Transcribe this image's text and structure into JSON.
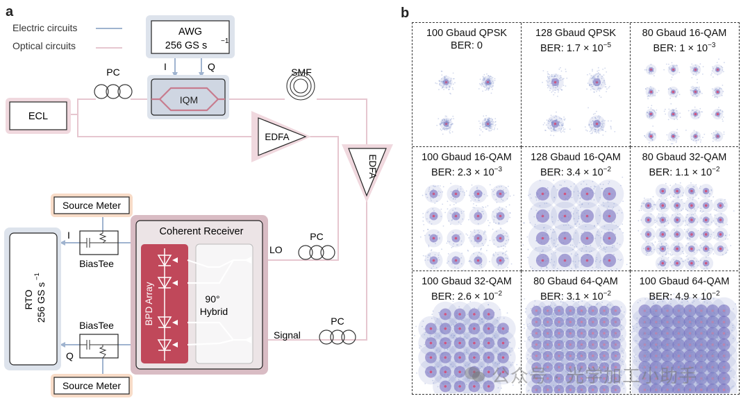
{
  "panel_a": {
    "letter": "a",
    "legend": {
      "electric": "Electric circuits",
      "optical": "Optical circuits"
    },
    "awg": {
      "line1": "AWG",
      "line2": "256 GS s",
      "sup": "−1",
      "i": "I",
      "q": "Q"
    },
    "pc_top": "PC",
    "iqm": "IQM",
    "smf": "SMF",
    "ecl": "ECL",
    "edfa1": "EDFA",
    "edfa2": "EDFA",
    "source_meter_top": "Source Meter",
    "source_meter_bottom": "Source Meter",
    "biastee_top": "BiasTee",
    "biastee_bottom": "BiasTee",
    "i_label": "I",
    "q_label": "Q",
    "rto": {
      "line1": "RTO",
      "line2": "256 GS s",
      "sup": "−1"
    },
    "coherent_receiver": "Coherent Receiver",
    "bpd_array": "BPD Array",
    "hybrid_line1": "90°",
    "hybrid_line2": "Hybrid",
    "lo": "LO",
    "pc_lo": "PC",
    "signal": "Signal",
    "pc_signal": "PC"
  },
  "panel_b": {
    "letter": "b",
    "constellations": [
      {
        "title": "100 Gbaud QPSK",
        "ber": "BER: 0",
        "order": 2
      },
      {
        "title": "128 Gbaud QPSK",
        "ber": "BER: 1.7 × 10",
        "exp": "−5",
        "order": 2
      },
      {
        "title": "80 Gbaud 16-QAM",
        "ber": "BER: 1 × 10",
        "exp": "−3",
        "order": 4
      },
      {
        "title": "100 Gbaud 16-QAM",
        "ber": "BER: 2.3 × 10",
        "exp": "−3",
        "order": 4
      },
      {
        "title": "128 Gbaud 16-QAM",
        "ber": "BER: 3.4 × 10",
        "exp": "−2",
        "order": 4
      },
      {
        "title": "80 Gbaud 32-QAM",
        "ber": "BER: 1.1 × 10",
        "exp": "−2",
        "order": 32
      },
      {
        "title": "100 Gbaud 32-QAM",
        "ber": "BER: 2.6 × 10",
        "exp": "−2",
        "order": 32
      },
      {
        "title": "80 Gbaud 64-QAM",
        "ber": "BER: 3.1 × 10",
        "exp": "−2",
        "order": 8
      },
      {
        "title": "100 Gbaud 64-QAM",
        "ber": "BER: 4.9 × 10",
        "exp": "−2",
        "order": 8
      }
    ]
  },
  "watermark": "公众号 · 光学加工小助手",
  "colors": {
    "electric": "#9fb3cf",
    "optical": "#e6c6cf",
    "bpd": "#c0485a",
    "receiver_bg": "#ece4e6",
    "pink_shadow": "#f0d8de",
    "orange_shadow": "#f8dcc8",
    "blue_shadow": "#dde3ec"
  }
}
